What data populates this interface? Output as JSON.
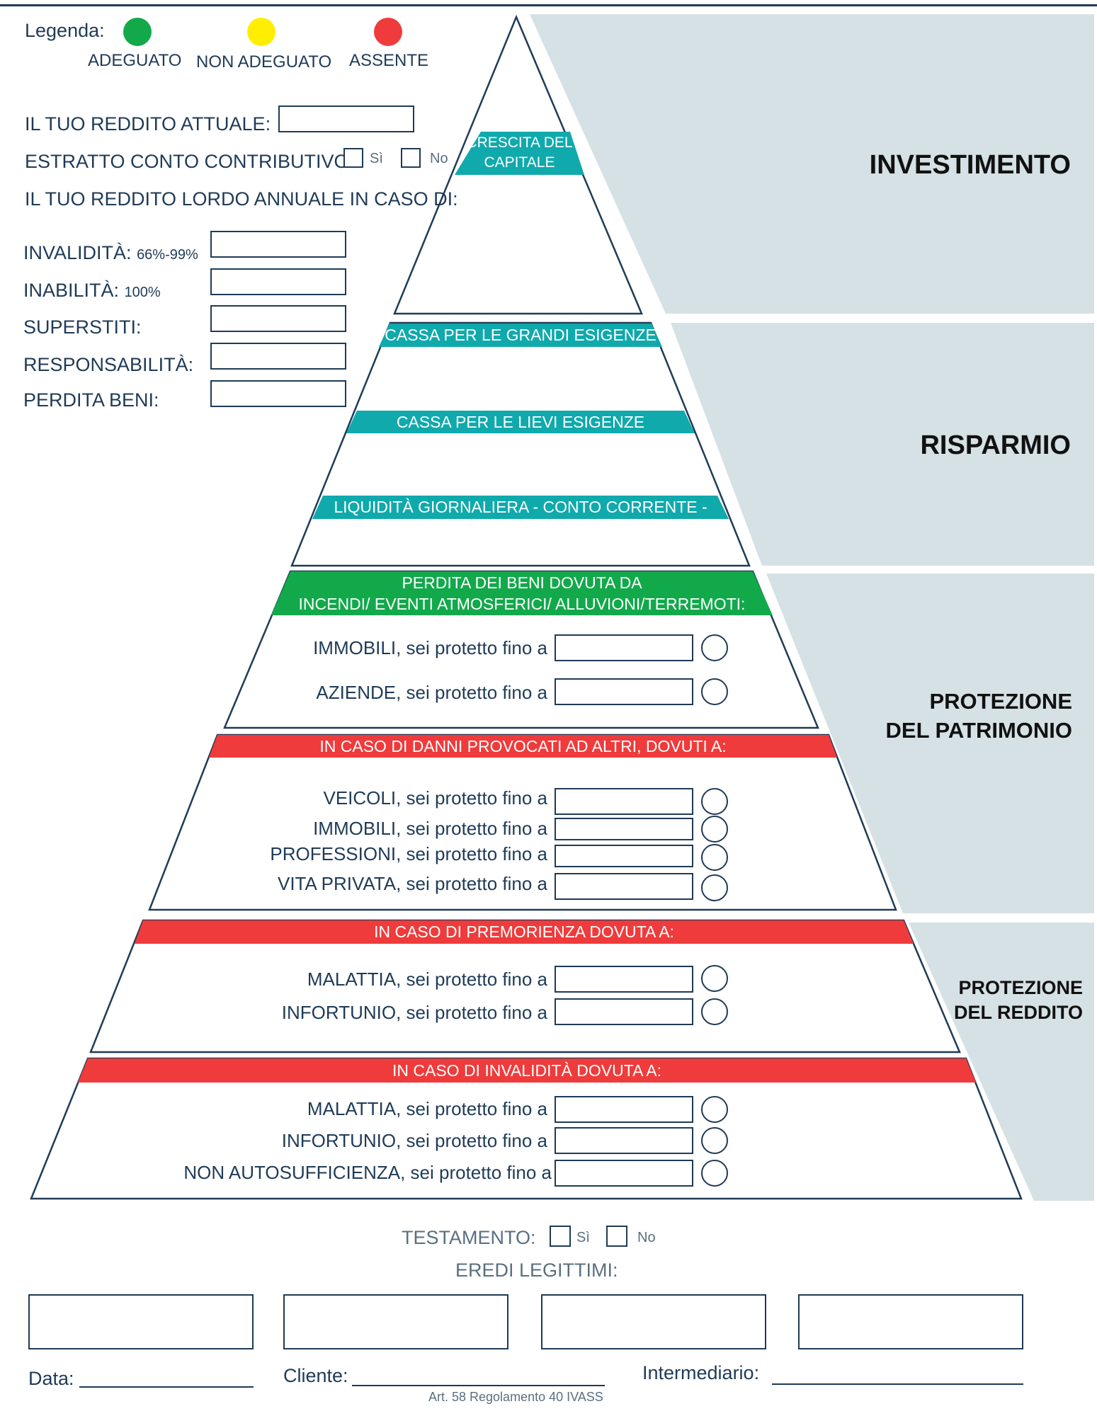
{
  "legend": {
    "title": "Legenda:",
    "items": [
      {
        "label": "ADEGUATO",
        "color": "#12a94b"
      },
      {
        "label": "NON ADEGUATO",
        "color": "#ffee00"
      },
      {
        "label": "ASSENTE",
        "color": "#ef3b3b"
      }
    ]
  },
  "form": {
    "reddito_attuale": "IL TUO REDDITO  ATTUALE:",
    "estratto": "ESTRATTO CONTO CONTRIBUTIVO:",
    "si": "Sì",
    "no": "No",
    "reddito_lordo": "IL TUO REDDITO LORDO ANNUALE IN CASO DI:",
    "invalidita": "INVALIDITÀ:",
    "invalidita_pct": "66%-99%",
    "inabilita": "INABILITÀ:",
    "inabilita_pct": "100%",
    "superstiti": "SUPERSTITI:",
    "responsabilita": "RESPONSABILITÀ:",
    "perdita_beni": "PERDITA BENI:"
  },
  "pyramid": {
    "top_band": [
      "CRESCITA DEL",
      "CAPITALE"
    ],
    "risparmio_bands": [
      "CASSA PER LE GRANDI ESIGENZE",
      "CASSA PER LE LIEVI ESIGENZE",
      "LIQUIDITÀ GIORNALIERA - CONTO CORRENTE -"
    ],
    "patrimonio_band": [
      "PERDITA DEI BENI DOVUTA DA",
      "INCENDI/ EVENTI ATMOSFERICI/ ALLUVIONI/TERREMOTI:"
    ],
    "patrimonio_rows": [
      "IMMOBILI, sei protetto fino a",
      "AZIENDE, sei protetto fino a"
    ],
    "danni_band": "IN CASO DI DANNI PROVOCATI AD ALTRI, DOVUTI A:",
    "danni_rows": [
      "VEICOLI, sei protetto fino a",
      "IMMOBILI, sei protetto fino a",
      "PROFESSIONI, sei protetto fino a",
      "VITA PRIVATA, sei protetto fino a"
    ],
    "premorienza_band": "IN CASO DI PREMORIENZA DOVUTA A:",
    "premorienza_rows": [
      "MALATTIA, sei protetto fino a",
      "INFORTUNIO, sei protetto fino a"
    ],
    "invalidita_band": "IN CASO DI INVALIDITÀ DOVUTA A:",
    "invalidita_rows": [
      "MALATTIA, sei protetto fino a",
      "INFORTUNIO, sei protetto fino a",
      "NON AUTOSUFFICIENZA, sei protetto fino a"
    ]
  },
  "sections": {
    "investimento": "INVESTIMENTO",
    "risparmio": "RISPARMIO",
    "patrimonio": [
      "PROTEZIONE",
      "DEL PATRIMONIO"
    ],
    "reddito": [
      "PROTEZIONE",
      "DEL REDDITO"
    ]
  },
  "footer": {
    "testamento": "TESTAMENTO:",
    "si": "Sì",
    "no": "No",
    "eredi": "EREDI LEGITTIMI:",
    "data": "Data:",
    "cliente": "Cliente:",
    "intermediario": "Intermediario:",
    "note": "Art. 58 Regolamento 40 IVASS"
  },
  "colors": {
    "teal": "#10a9ac",
    "green": "#12a94b",
    "red": "#ef3b3b",
    "panel": "#d6e1e5",
    "navy": "#1f3b57"
  }
}
